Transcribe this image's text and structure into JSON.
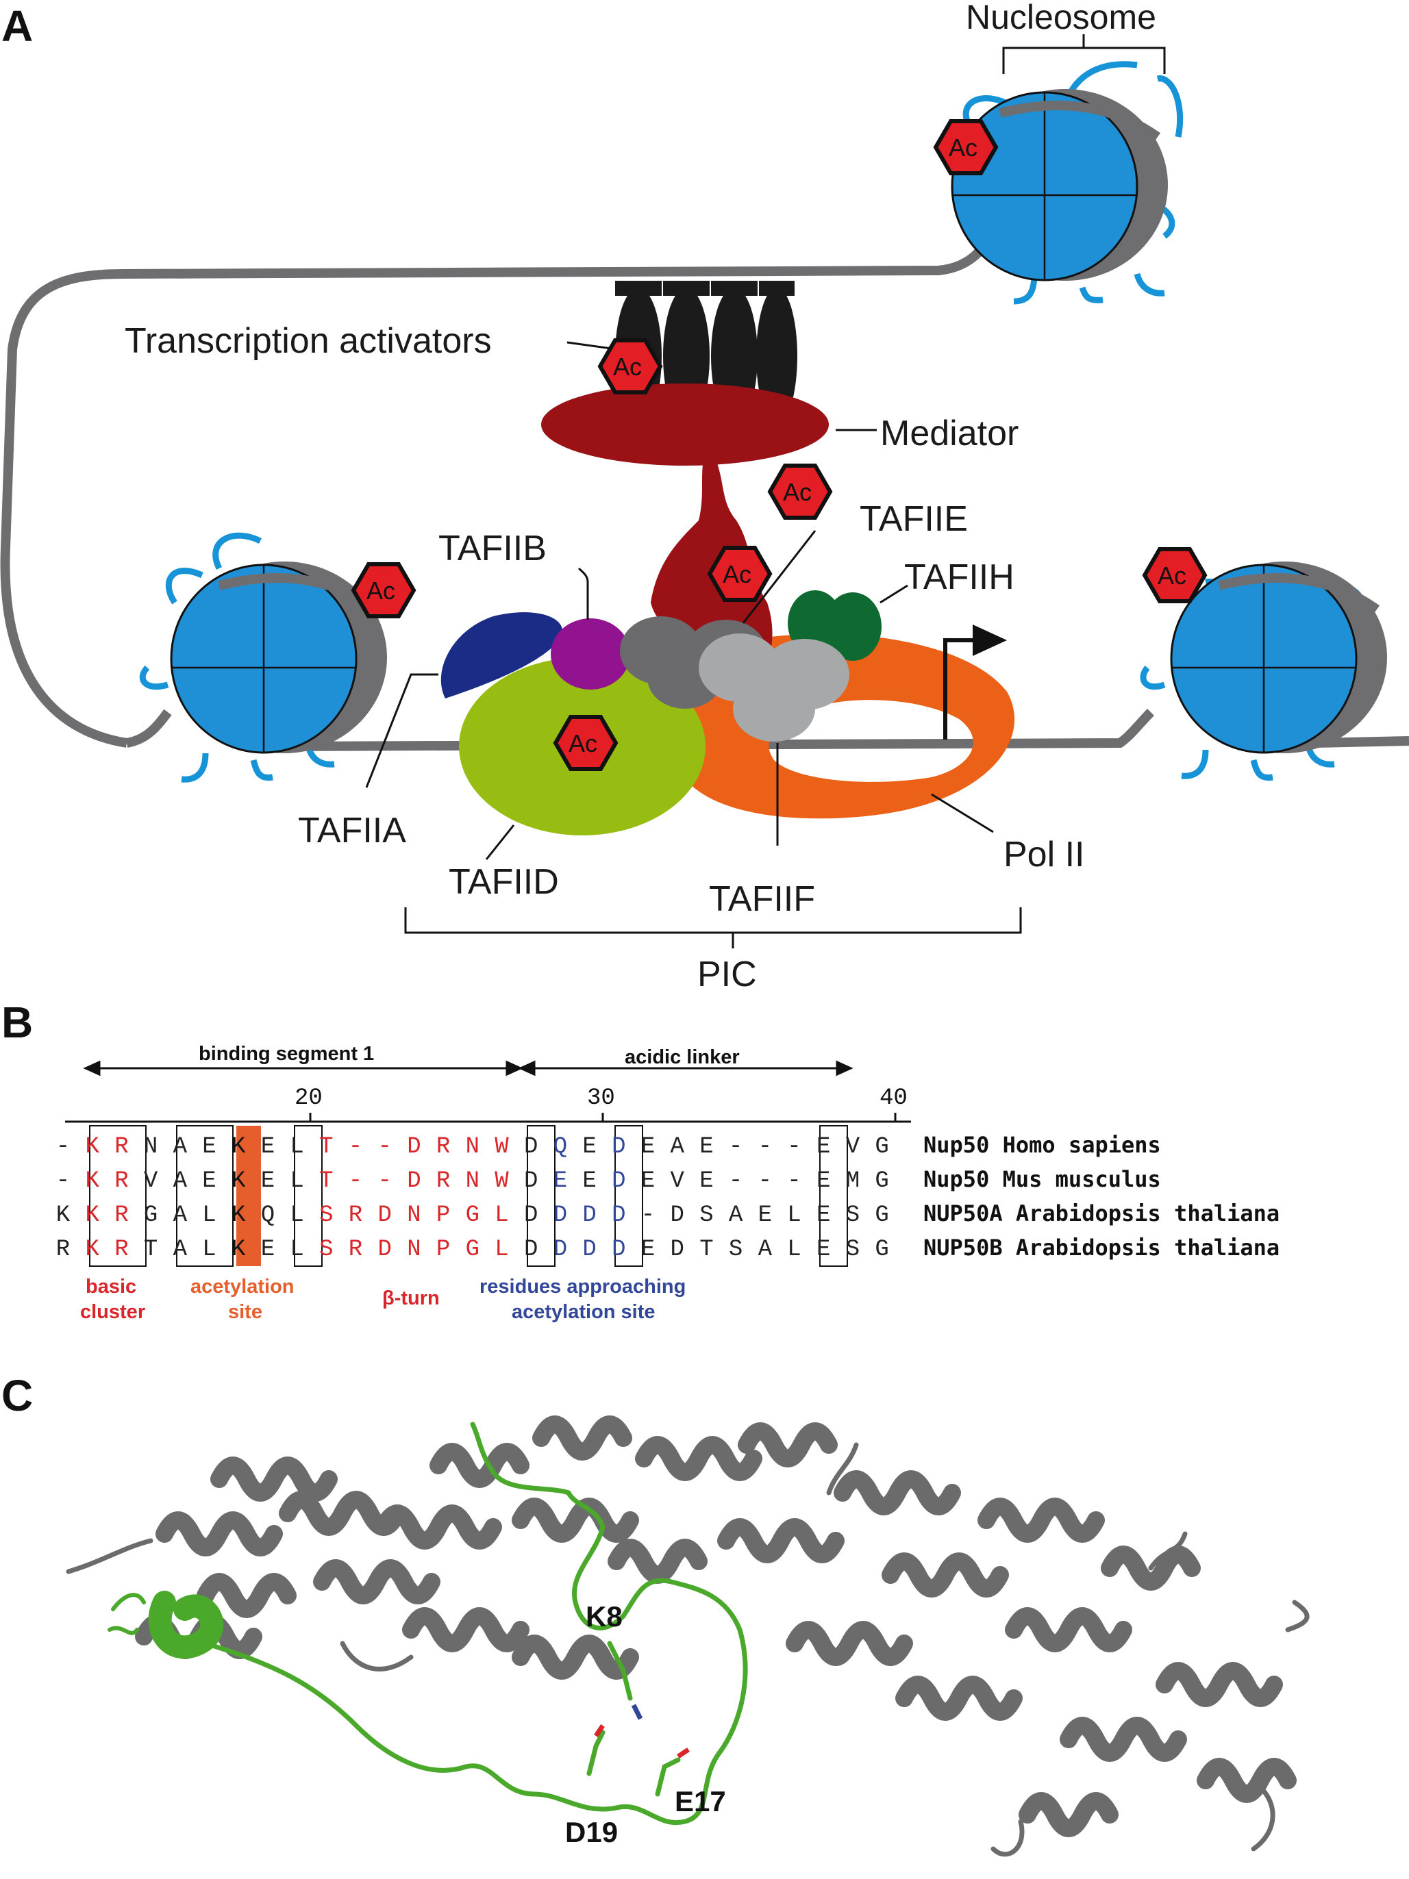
{
  "panels": {
    "a": "A",
    "b": "B",
    "c": "C"
  },
  "colors": {
    "dna": "#6e6e70",
    "histone": "#1f8fd6",
    "tail": "#1793d8",
    "ac": "#e41e25",
    "mediator": "#9a1116",
    "polII": "#ec6118",
    "tafiia": "#1b2c86",
    "tafiib": "#911390",
    "tafiid": "#97bd13",
    "tafiie": "#6b6b6d",
    "tafiif": "#a7a8aa",
    "tafiih": "#0f6a31",
    "activator": "#1b1b1b",
    "red_residue": "#d9262a",
    "blue_residue": "#33479a",
    "acetyl_orange": "#e55e2b",
    "green_segment": "#4aa82b",
    "protein_gray": "#6b6b6b"
  },
  "panel_a": {
    "nucleosome": "Nucleosome",
    "activators": "Transcription activators",
    "mediator": "Mediator",
    "tafiie": "TAFIIE",
    "tafiib": "TAFIIB",
    "tafiih": "TAFIIH",
    "tafiia": "TAFIIA",
    "tafiid": "TAFIID",
    "tafiif": "TAFIIF",
    "polII": "Pol II",
    "pic": "PIC",
    "ac": "Ac"
  },
  "panel_b": {
    "segment1": "binding segment 1",
    "linker": "acidic linker",
    "ticks": [
      "20",
      "30",
      "40"
    ],
    "rows": [
      {
        "name": "Nup50 Homo sapiens",
        "seq": [
          [
            "-",
            "k"
          ],
          [
            "K",
            "r"
          ],
          [
            "R",
            "r"
          ],
          [
            "N",
            "k"
          ],
          [
            "A",
            "k"
          ],
          [
            "E",
            "k"
          ],
          [
            "K",
            "w"
          ],
          [
            "E",
            "k"
          ],
          [
            "L",
            "k"
          ],
          [
            "T",
            "r"
          ],
          [
            "-",
            "r"
          ],
          [
            "-",
            "r"
          ],
          [
            "D",
            "r"
          ],
          [
            "R",
            "r"
          ],
          [
            "N",
            "r"
          ],
          [
            "W",
            "r"
          ],
          [
            "D",
            "k"
          ],
          [
            "Q",
            "b"
          ],
          [
            "E",
            "k"
          ],
          [
            "D",
            "b"
          ],
          [
            "E",
            "k"
          ],
          [
            "A",
            "k"
          ],
          [
            "E",
            "k"
          ],
          [
            "-",
            "k"
          ],
          [
            "-",
            "k"
          ],
          [
            "-",
            "k"
          ],
          [
            "E",
            "k"
          ],
          [
            "V",
            "k"
          ],
          [
            "G",
            "k"
          ]
        ]
      },
      {
        "name": "Nup50 Mus musculus",
        "seq": [
          [
            "-",
            "k"
          ],
          [
            "K",
            "r"
          ],
          [
            "R",
            "r"
          ],
          [
            "V",
            "k"
          ],
          [
            "A",
            "k"
          ],
          [
            "E",
            "k"
          ],
          [
            "K",
            "w"
          ],
          [
            "E",
            "k"
          ],
          [
            "L",
            "k"
          ],
          [
            "T",
            "r"
          ],
          [
            "-",
            "r"
          ],
          [
            "-",
            "r"
          ],
          [
            "D",
            "r"
          ],
          [
            "R",
            "r"
          ],
          [
            "N",
            "r"
          ],
          [
            "W",
            "r"
          ],
          [
            "D",
            "k"
          ],
          [
            "E",
            "b"
          ],
          [
            "E",
            "k"
          ],
          [
            "D",
            "b"
          ],
          [
            "E",
            "k"
          ],
          [
            "V",
            "k"
          ],
          [
            "E",
            "k"
          ],
          [
            "-",
            "k"
          ],
          [
            "-",
            "k"
          ],
          [
            "-",
            "k"
          ],
          [
            "E",
            "k"
          ],
          [
            "M",
            "k"
          ],
          [
            "G",
            "k"
          ]
        ]
      },
      {
        "name": "NUP50A Arabidopsis thaliana",
        "seq": [
          [
            "K",
            "k"
          ],
          [
            "K",
            "r"
          ],
          [
            "R",
            "r"
          ],
          [
            "G",
            "k"
          ],
          [
            "A",
            "k"
          ],
          [
            "L",
            "k"
          ],
          [
            "K",
            "w"
          ],
          [
            "Q",
            "k"
          ],
          [
            "L",
            "k"
          ],
          [
            "S",
            "r"
          ],
          [
            "R",
            "r"
          ],
          [
            "D",
            "r"
          ],
          [
            "N",
            "r"
          ],
          [
            "P",
            "r"
          ],
          [
            "G",
            "r"
          ],
          [
            "L",
            "r"
          ],
          [
            "D",
            "k"
          ],
          [
            "D",
            "b"
          ],
          [
            "D",
            "b"
          ],
          [
            "D",
            "b"
          ],
          [
            "-",
            "k"
          ],
          [
            "D",
            "k"
          ],
          [
            "S",
            "k"
          ],
          [
            "A",
            "k"
          ],
          [
            "E",
            "k"
          ],
          [
            "L",
            "k"
          ],
          [
            "E",
            "k"
          ],
          [
            "S",
            "k"
          ],
          [
            "G",
            "k"
          ]
        ]
      },
      {
        "name": "NUP50B Arabidopsis thaliana",
        "seq": [
          [
            "R",
            "k"
          ],
          [
            "K",
            "r"
          ],
          [
            "R",
            "r"
          ],
          [
            "T",
            "k"
          ],
          [
            "A",
            "k"
          ],
          [
            "L",
            "k"
          ],
          [
            "K",
            "w"
          ],
          [
            "E",
            "k"
          ],
          [
            "L",
            "k"
          ],
          [
            "S",
            "r"
          ],
          [
            "R",
            "r"
          ],
          [
            "D",
            "r"
          ],
          [
            "N",
            "r"
          ],
          [
            "P",
            "r"
          ],
          [
            "G",
            "r"
          ],
          [
            "L",
            "r"
          ],
          [
            "D",
            "k"
          ],
          [
            "D",
            "b"
          ],
          [
            "D",
            "b"
          ],
          [
            "D",
            "b"
          ],
          [
            "E",
            "k"
          ],
          [
            "D",
            "k"
          ],
          [
            "T",
            "k"
          ],
          [
            "S",
            "k"
          ],
          [
            "A",
            "k"
          ],
          [
            "L",
            "k"
          ],
          [
            "E",
            "k"
          ],
          [
            "S",
            "k"
          ],
          [
            "G",
            "k"
          ]
        ]
      }
    ],
    "basic_1": "basic",
    "basic_2": "cluster",
    "acetyl_1": "acetylation",
    "acetyl_2": "site",
    "beta": "β-turn",
    "resid_1": "residues approaching",
    "resid_2": "acetylation site"
  },
  "panel_c": {
    "k8": "K8",
    "e17": "E17",
    "d19": "D19"
  }
}
